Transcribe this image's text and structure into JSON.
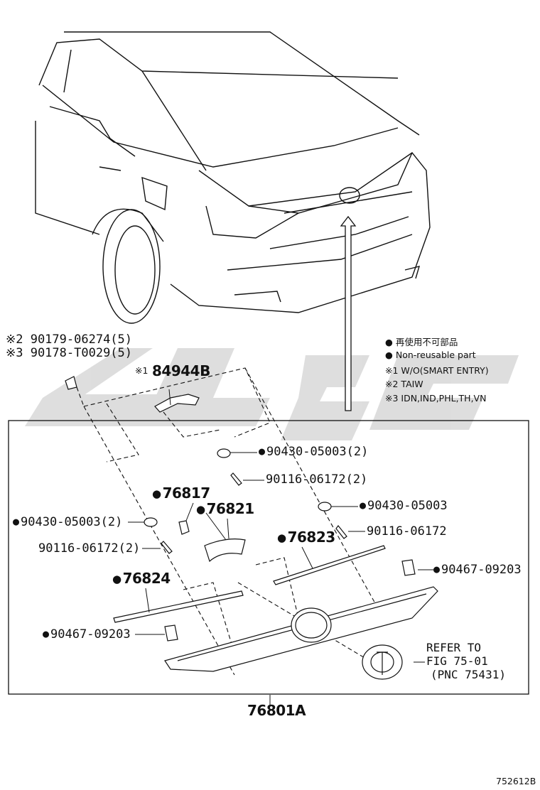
{
  "legend": {
    "line1": "● 再使用不可部品",
    "line2": "● Non-reusable part",
    "line3": "※1 W/O(SMART ENTRY)",
    "line4": "※2 TAIW",
    "line5": "※3 IDN,IND,PHL,TH,VN"
  },
  "parts": {
    "p1": "※2 90179-06274(5)",
    "p2": "※3 90178-T0029(5)",
    "p3_prefix": "※1",
    "p3": "84944B",
    "p4": "90430-05003(2)",
    "p5": "90116-06172(2)",
    "p6": "76817",
    "p7": "76821",
    "p8": "90430-05003",
    "p9": "90430-05003(2)",
    "p10": "90116-06172",
    "p11": "76823",
    "p12": "90116-06172(2)",
    "p13": "90467-09203",
    "p14": "76824",
    "p15": "90467-09203",
    "p16": "76801A"
  },
  "refer": {
    "line1": "REFER TO",
    "line2": "FIG 75-01",
    "line3": "(PNC 75431)"
  },
  "diagram_id": "752612B",
  "colors": {
    "line": "#111111",
    "watermark": "#d9d9d9"
  }
}
